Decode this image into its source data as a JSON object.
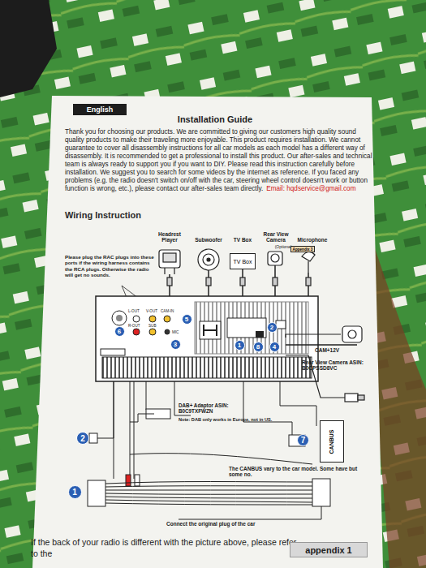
{
  "diagram": {
    "title": "Installation Guide",
    "nodes": [
      {
        "text": [
          "English"
        ]
      },
      {
        "text": [
          "TV Box"
        ]
      },
      {
        "text": [
          "Appendix 3"
        ]
      },
      {
        "text": [
          "5"
        ]
      },
      {
        "text": [
          "6"
        ]
      },
      {
        "text": [
          "3"
        ]
      },
      {
        "text": [
          "2"
        ]
      },
      {
        "text": [
          "1"
        ]
      },
      {
        "text": [
          "8"
        ]
      },
      {
        "text": [
          "4"
        ]
      },
      {
        "text": [
          "2"
        ]
      },
      {
        "text": [
          "7"
        ]
      },
      {
        "text": [
          "CANBUS"
        ]
      },
      {
        "text": [
          "1"
        ]
      },
      {
        "text": [
          "appendix 1"
        ]
      }
    ],
    "labels": [
      "Thank you for choosing our products. We are committed to giving our customers high quality sound quality products to make their traveling more enjoyable. This product requires installation. We cannot guarantee to cover all disassembly instructions for all car models as each model has a different way of disassembly. It is recommended to get a professional to install this product. Our after-sales and technical team is always ready to support you if you want to DIY. Please read this instruction carefully before installation. We suggest you to search for some videos by the internet as reference. If you faced any problems (e.g. the radio doesn't switch on/off with the car, steering wheel control doesn't work or button function is wrong, etc.), please contact our after-sales team directly.",
      "Email: hqdservice@gmail.com",
      "Wiring Instruction",
      "Headrest Player",
      "Subwoofer",
      "TV Box",
      "Rear View Camera",
      "(Optional",
      "Microphone",
      "Please plug the RAC plugs into these ports if the wiring harness contains the RCA plugs. Otherwise the radio will get no sounds.",
      "L-OUT",
      "R-OUT",
      "V-OUT",
      "SUB",
      "CAM-IN",
      "MIC",
      "CAM+12V",
      "Rear View Camera ASIN: B0CPSSD8VC",
      "DAB+ Adaptor ASIN: B0C9TXFWZN",
      "Note: DAB only works in Europe, not in US.",
      "The CANBUS vary to the car model. Some have but some no.",
      "Connect the original plug of the car",
      "If the back of your radio is different with the picture above, please refer to the"
    ]
  }
}
